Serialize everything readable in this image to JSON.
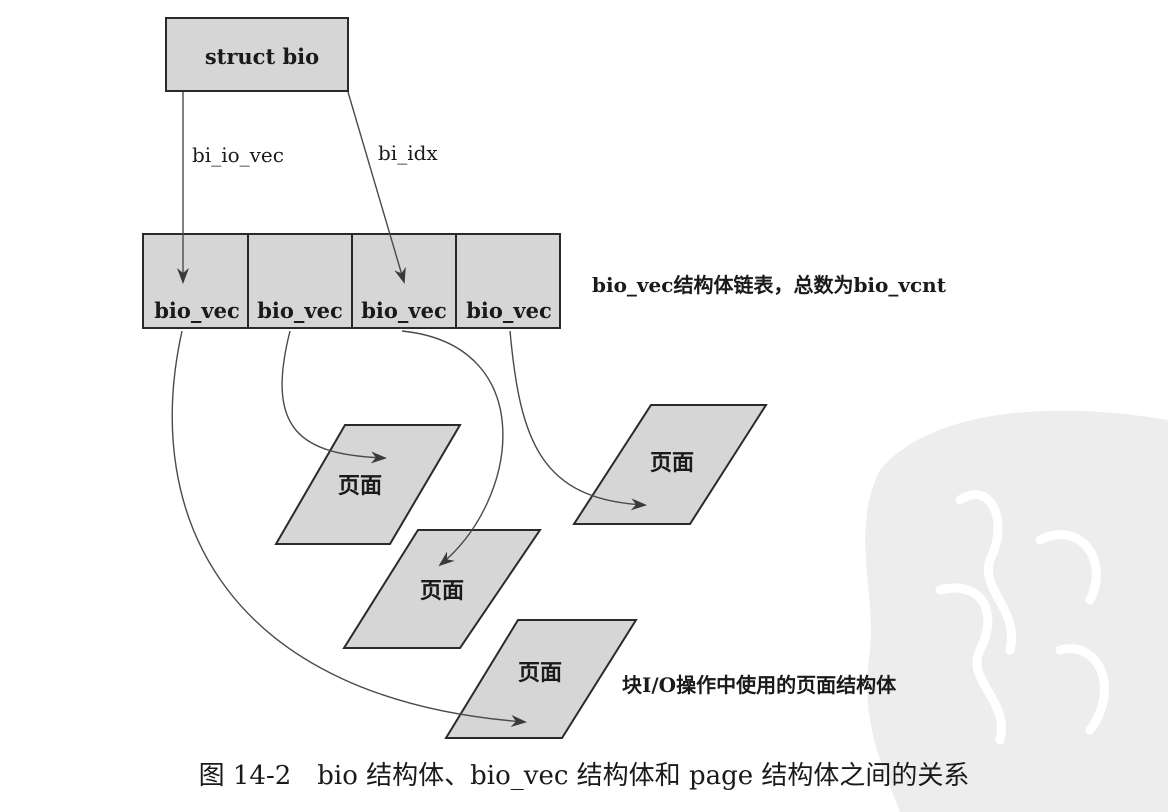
{
  "nodes": {
    "struct_bio": "struct bio",
    "bio_vec_1": "bio_vec",
    "bio_vec_2": "bio_vec",
    "bio_vec_3": "bio_vec",
    "bio_vec_4": "bio_vec",
    "page_1": "页面",
    "page_2": "页面",
    "page_3": "页面",
    "page_4": "页面"
  },
  "edges": {
    "bi_io_vec": "bi_io_vec",
    "bi_idx": "bi_idx"
  },
  "annotations": {
    "bio_vec_list": "bio_vec结构体链表，总数为bio_vcnt",
    "page_struct": "块I/O操作中使用的页面结构体"
  },
  "caption": "图 14-2　bio 结构体、bio_vec 结构体和 page 结构体之间的关系",
  "colors": {
    "box_fill": "#d6d6d6",
    "stroke": "#2a2a2a",
    "watermark": "#ececec"
  }
}
